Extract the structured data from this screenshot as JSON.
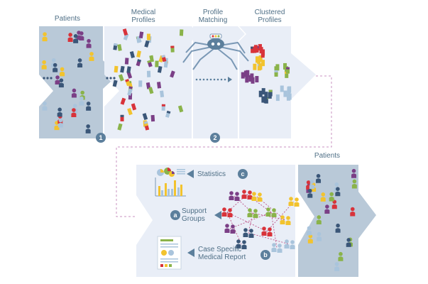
{
  "stages": {
    "patients_top": "Patients",
    "medical_profiles": "Medical\nProfiles",
    "profile_matching": "Profile\nMatching",
    "clustered_profiles": "Clustered\nProfiles",
    "patients_bottom": "Patients"
  },
  "steps": {
    "step1": "1",
    "step2": "2"
  },
  "outputs": {
    "statistics": {
      "badge": "c",
      "label": "Statistics"
    },
    "support_groups": {
      "badge": "a",
      "label": "Support\nGroups"
    },
    "report": {
      "badge": "b",
      "label": "Case Specific\nMedical Report"
    }
  },
  "colors": {
    "panel": "#e9eef7",
    "panel_dark": "#b9c9d8",
    "accent_blue": "#5c7f9c",
    "purple": "#7b3f86",
    "yellow": "#f2c32e",
    "green": "#8ab34a",
    "red": "#d8333a",
    "navy": "#3a5678",
    "light_blue": "#a9c4dc"
  },
  "icons": [
    "person-icon",
    "profile-card-icon",
    "robot-spider-icon",
    "pie-chart-icon",
    "bar-chart-icon",
    "report-document-icon"
  ]
}
